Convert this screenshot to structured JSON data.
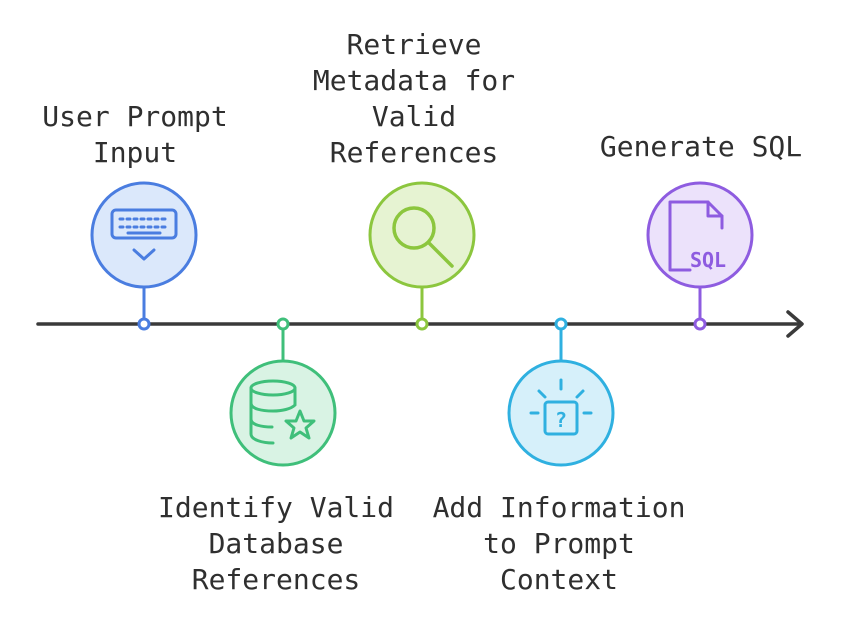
{
  "steps": [
    {
      "id": "user-prompt-input",
      "lines": [
        "User Prompt",
        "Input"
      ],
      "color": "#4a7de0",
      "fill": "#dbe8fb",
      "icon": "keyboard-icon",
      "side": "above"
    },
    {
      "id": "identify-valid-database-references",
      "lines": [
        "Identify Valid",
        "Database",
        "References"
      ],
      "color": "#3fbf7a",
      "fill": "#d9f3e4",
      "icon": "database-star-icon",
      "side": "below"
    },
    {
      "id": "retrieve-metadata",
      "lines": [
        "Retrieve",
        "Metadata for",
        "Valid",
        "References"
      ],
      "color": "#8cc63e",
      "fill": "#e6f3d2",
      "icon": "magnifier-icon",
      "side": "above"
    },
    {
      "id": "add-information-to-prompt-context",
      "lines": [
        "Add Information",
        "to Prompt",
        "Context"
      ],
      "color": "#2fb0e0",
      "fill": "#d6f0fa",
      "icon": "question-box-icon",
      "side": "below"
    },
    {
      "id": "generate-sql",
      "lines": [
        "Generate SQL"
      ],
      "color": "#8e5ce0",
      "fill": "#ece2fb",
      "icon": "sql-file-icon",
      "side": "above"
    }
  ],
  "sql_icon_text": "SQL",
  "question_icon_text": "?",
  "timeline_color": "#3a3a3a"
}
